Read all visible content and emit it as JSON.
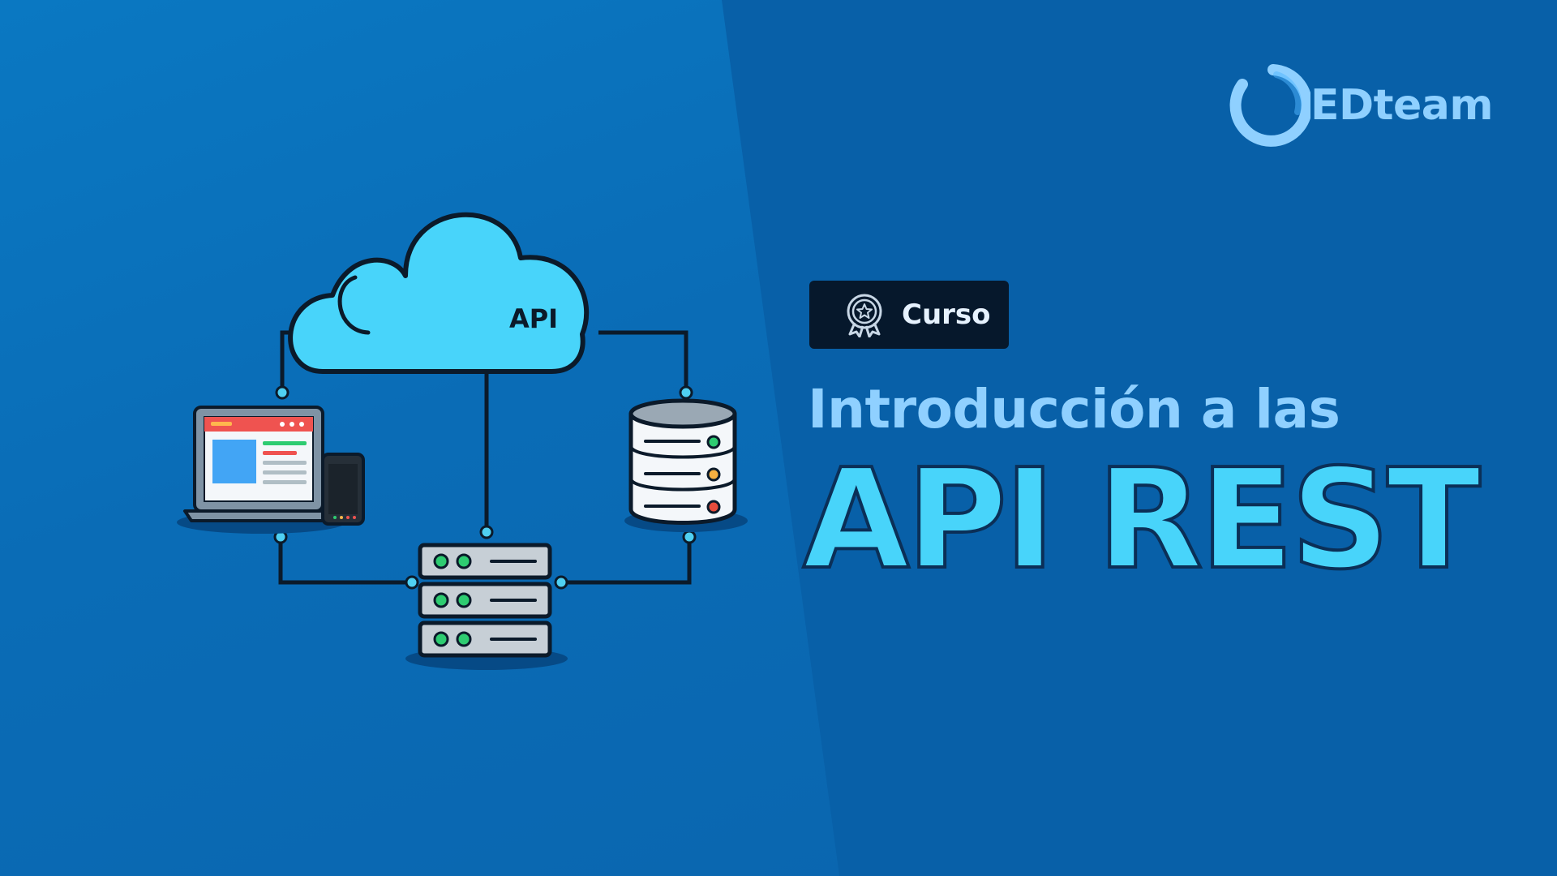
{
  "brand": {
    "name": "EDteam",
    "logo_icon": "edteam-ring-icon"
  },
  "badge": {
    "label": "Curso",
    "icon": "award-medal-icon"
  },
  "headline": {
    "subtitle": "Introducción a las",
    "title": "API REST"
  },
  "diagram": {
    "cloud_label": "API",
    "nodes": [
      "laptop-client-icon",
      "phone-client-icon",
      "database-icon",
      "server-rack-icon",
      "cloud-icon"
    ]
  },
  "colors": {
    "background": "#0860a8",
    "accent_cyan": "#48d4fa",
    "light_blue": "#8fd0ff",
    "badge_bg": "#06182c"
  }
}
